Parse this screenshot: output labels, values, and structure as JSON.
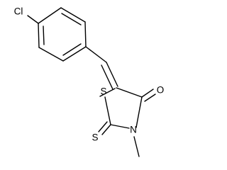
{
  "molecule": {
    "atoms": {
      "cl": "Cl",
      "s_ring": "S",
      "n": "N",
      "o": "O",
      "s_thione": "S"
    }
  }
}
